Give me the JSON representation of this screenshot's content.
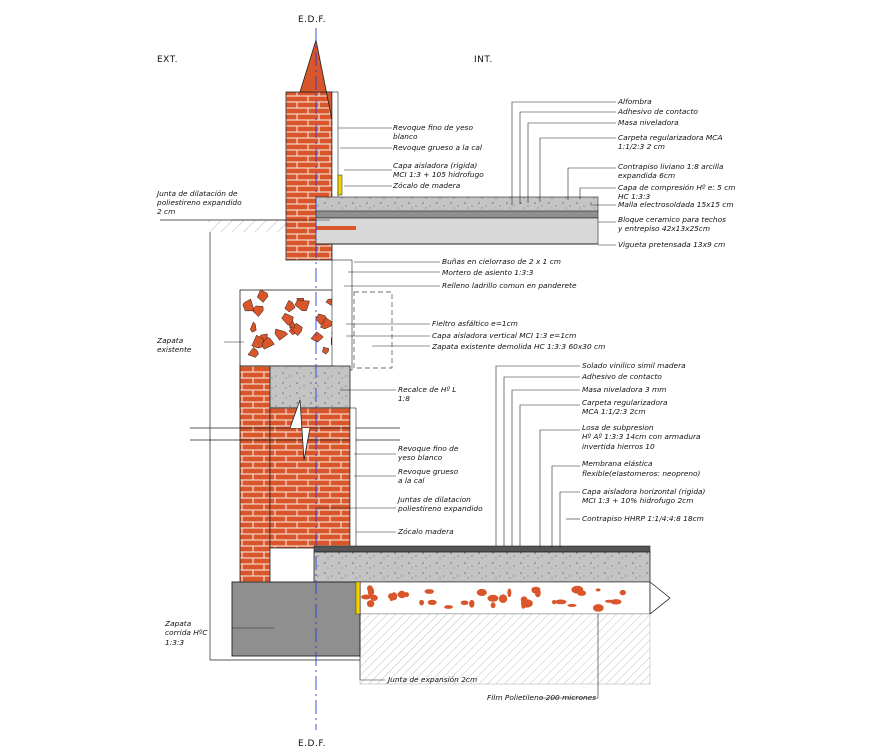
{
  "headers": {
    "edf_top": "E.D.F.",
    "edf_bottom": "E.D.F.",
    "ext": "EXT.",
    "int": "INT."
  },
  "colors": {
    "brick": "#d9552a",
    "brick_mortar": "#f3d6c8",
    "concrete": "#b9b9b9",
    "dark_concrete": "#8f8f8f",
    "gravel_fill": "#d9552a",
    "axis_line": "#2a3fd6",
    "insulation": "#f2d300"
  },
  "labels": {
    "revoque_fino_1": "Revoque fino de yeso",
    "revoque_fino_1b": "blanco",
    "revoque_grueso_1": "Revoque grueso a la cal",
    "capa_aisladora_1": "Capa aisladora (rigida)",
    "capa_aisladora_1b": "MCI 1:3 + 105 hidrofugo",
    "zocalo_1": "Zócalo de madera",
    "junta_dilatacion_1": "Junta de dilatación de",
    "junta_dilatacion_1b": "poliestireno expandido",
    "junta_dilatacion_1c": "2 cm",
    "alfombra": "Alfombra",
    "adhesivo_1": "Adhesivo de contacto",
    "masa_niveladora_1": "Masa niveladora",
    "carpeta_1": "Carpeta regularizadora MCA",
    "carpeta_1b": "1:1/2:3  2 cm",
    "contrapiso_liviano": "Contrapiso liviano 1:8 arcilla",
    "contrapiso_liviano_b": "expandida 6cm",
    "capa_compresion": "Capa de compresión Hº e: 5 cm",
    "capa_compresion_b": "HC 1:3:3",
    "malla": "Malla electrosoldada 15x15 cm",
    "bloque": "Bloque ceramico para techos",
    "bloque_b": "y entrepiso 42x13x25cm",
    "vigueta": "Vigueta pretensada 13x9 cm",
    "bunas": "Buñas en cielorraso de 2 x 1 cm",
    "mortero": "Mortero de asiento 1:3:3",
    "relleno": "Relleno ladrillo comun en panderete",
    "zapata_existente": "Zapata",
    "zapata_existente_b": "existente",
    "fieltro": "Fieltro asfáltico e=1cm",
    "capa_vertical": "Capa aisladora vertical MCI 1:3 e=1cm",
    "zapata_demolida": "Zapata existente demolida HC 1:3:3 60x30 cm",
    "recalce": "Recalce de Hº L",
    "recalce_b": "1:8",
    "solado": "Solado vinilico simil madera",
    "adhesivo_2": "Adhesivo de contacto",
    "masa_niveladora_2": "Masa niveladora 3 mm",
    "carpeta_2": "Carpeta regularizadora",
    "carpeta_2b": "MCA 1:1/2:3 2cm",
    "losa": "Losa de subpresion",
    "losa_b": "Hº Aº 1:3:3 14cm con  armadura",
    "losa_c": "invertida hierros  10",
    "membrana": "Membrana elástica",
    "membrana_b": "flexible(elastomeros: neopreno)",
    "revoque_fino_2": "Revoque fino de",
    "revoque_fino_2b": "yeso blanco",
    "revoque_grueso_2": "Revoque grueso",
    "revoque_grueso_2b": "a la cal",
    "juntas_dilatacion_2": "Juntas de dilatacion",
    "juntas_dilatacion_2b": "poliestireno expandido",
    "capa_horizontal": "Capa aisladora horizontal (rigida)",
    "capa_horizontal_b": "MCI 1:3 + 10% hidrofugo 2cm",
    "zocalo_2": "Zócalo madera",
    "contrapiso_hhrp": "Contrapiso HHRP 1:1/4:4:8 18cm",
    "zapata_corrida": "Zapata",
    "zapata_corrida_b": "corrida HºC",
    "zapata_corrida_c": "1:3:3",
    "junta_expansion": "Junta de expansión 2cm",
    "film": "Film Polietileno 200 micrones"
  }
}
